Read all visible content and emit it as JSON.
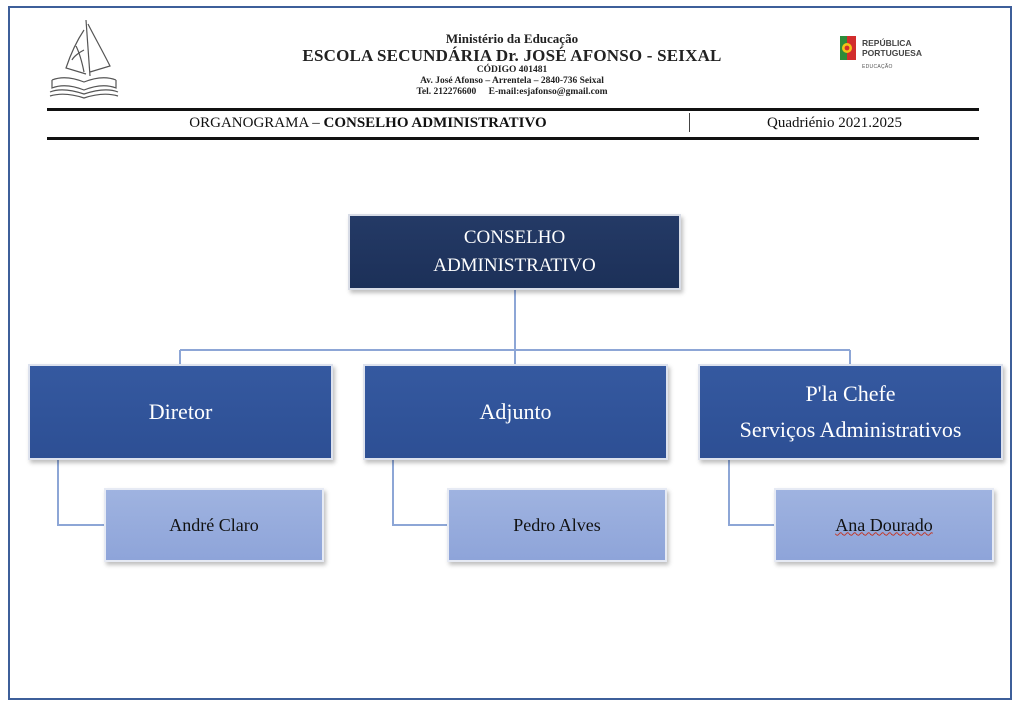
{
  "header": {
    "ministry": "Ministério da Educação",
    "school": "ESCOLA SECUNDÁRIA Dr. JOSÉ AFONSO - SEIXAL",
    "code": "CÓDIGO 401481",
    "address": "Av. José Afonso – Arrentela – 2840-736 Seixal",
    "phone": "Tel. 212276600",
    "email": "E-mail:esjafonso@gmail.com",
    "rp_logo": {
      "line1": "REPÚBLICA",
      "line2": "PORTUGUESA",
      "sub": "EDUCAÇÃO"
    }
  },
  "title_bar": {
    "prefix": "ORGANOGRAMA –",
    "title": "CONSELHO ADMINISTRATIVO",
    "period": "Quadriénio 2021.2025"
  },
  "org_chart": {
    "root": {
      "line1": "CONSELHO",
      "line2": "ADMINISTRATIVO"
    },
    "roles": [
      {
        "role": "Diretor",
        "person": "André Claro"
      },
      {
        "role": "Adjunto",
        "person": "Pedro Alves"
      },
      {
        "role_line1": "P'la Chefe",
        "role_line2": "Serviços Administrativos",
        "person": "Ana Dourado"
      }
    ]
  },
  "colors": {
    "root_fill": "#1f345f",
    "role_fill": "#2f5196",
    "person_fill": "#95abdc",
    "connector": "#8da6d6",
    "frame_border": "#3e5f9a"
  }
}
